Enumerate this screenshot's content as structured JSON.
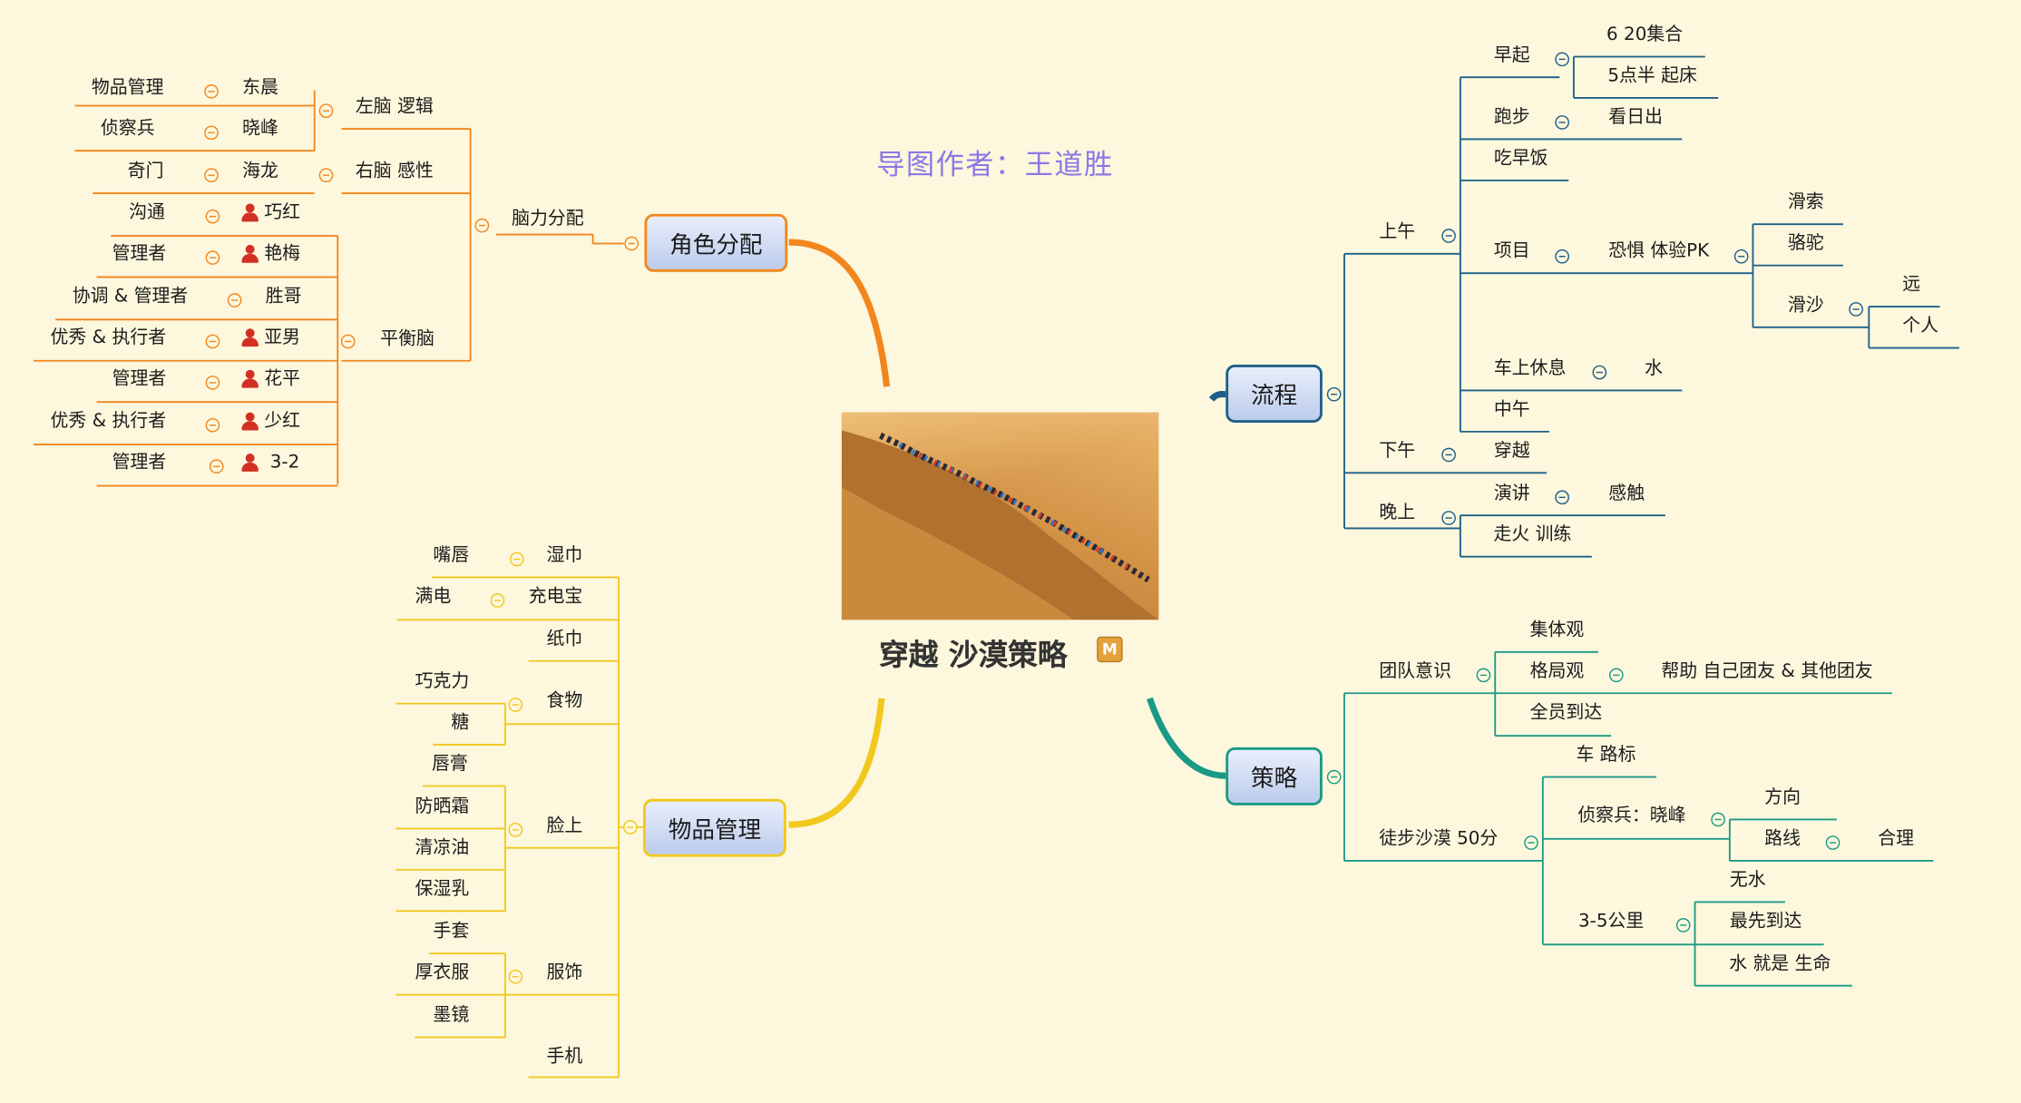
{
  "author": "导图作者：王道胜",
  "central": {
    "title": "穿越 沙漠策略",
    "marker": "M"
  },
  "main_topics": {
    "roles": "角色分配",
    "flow": "流程",
    "items": "物品管理",
    "strategy": "策略"
  },
  "roles": {
    "brain": "脑力分配",
    "left_brain": "左脑 逻辑",
    "right_brain": "右脑 感性",
    "balance": "平衡脑",
    "left_people": [
      {
        "role": "物品管理",
        "name": "东晨"
      },
      {
        "role": "侦察兵",
        "name": "晓峰"
      }
    ],
    "right_people": [
      {
        "role": "奇门",
        "name": "海龙"
      }
    ],
    "balance_people": [
      {
        "role": "沟通",
        "name": "巧红"
      },
      {
        "role": "管理者",
        "name": "艳梅"
      },
      {
        "role": "协调 & 管理者",
        "name": "胜哥"
      },
      {
        "role": "优秀 & 执行者",
        "name": "亚男"
      },
      {
        "role": "管理者",
        "name": "花平"
      },
      {
        "role": "优秀 & 执行者",
        "name": "少红"
      },
      {
        "role": "管理者",
        "name": "3-2"
      }
    ]
  },
  "flow": {
    "morning": "上午",
    "afternoon": "下午",
    "evening": "晚上",
    "early": "早起",
    "gather": "6 20集合",
    "getup": "5点半 起床",
    "run": "跑步",
    "sunrise": "看日出",
    "breakfast": "吃早饭",
    "project": "项目",
    "fear": "恐惧 体验PK",
    "zipline": "滑索",
    "camel": "骆驼",
    "sand": "滑沙",
    "far": "远",
    "person": "个人",
    "busrest": "车上休息",
    "water": "水",
    "noon": "中午",
    "cross": "穿越",
    "speech": "演讲",
    "touch": "感触",
    "fire": "走火 训练"
  },
  "items": {
    "wipes": "湿巾",
    "lips": "嘴唇",
    "charger": "充电宝",
    "full": "满电",
    "tissue": "纸巾",
    "food": "食物",
    "chocolate": "巧克力",
    "sugar": "糖",
    "face": "脸上",
    "lipbalm": "唇膏",
    "sunscreen": "防晒霜",
    "cooloil": "清凉油",
    "lotion": "保湿乳",
    "clothes": "服饰",
    "gloves": "手套",
    "coat": "厚衣服",
    "sunglasses": "墨镜",
    "phone": "手机"
  },
  "strategy": {
    "team": "团队意识",
    "collective": "集体观",
    "pattern": "格局观",
    "help": "帮助 自己团友 & 其他团友",
    "allarrive": "全员到达",
    "walk": "徒步沙漠 50分",
    "carsign": "车 路标",
    "scout": "侦察兵：晓峰",
    "direction": "方向",
    "route": "路线",
    "reasonable": "合理",
    "km": "3-5公里",
    "nowater": "无水",
    "first": "最先到达",
    "life": "水 就是 生命"
  },
  "colors": {
    "roles": "#f2861d",
    "flow": "#1d5f8a",
    "items": "#f1c81d",
    "strategy": "#1a9a85",
    "background": "#fcf7dd"
  }
}
